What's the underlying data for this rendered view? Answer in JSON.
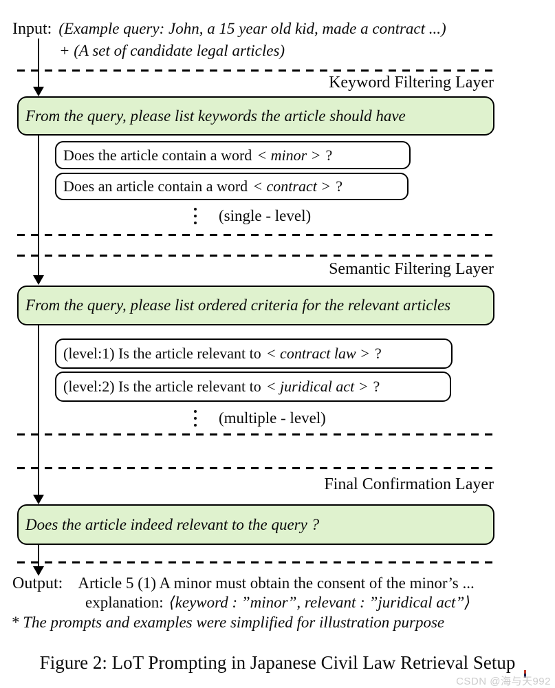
{
  "input": {
    "label": "Input:",
    "query_line": "(Example query: John, a 15 year old kid, made a contract ...)",
    "articles_line": "+ (A set of candidate legal articles)"
  },
  "layers": [
    {
      "name": "Keyword Filtering Layer",
      "prompt": "From the query, please list keywords the article should have",
      "questions": [
        {
          "prefix": "Does the article contain a word",
          "term": "< minor >",
          "suffix": "?"
        },
        {
          "prefix": "Does an article contain a word",
          "term": "< contract >",
          "suffix": "?"
        }
      ],
      "level_note": "(single - level)"
    },
    {
      "name": "Semantic Filtering Layer",
      "prompt": "From the query, please list ordered criteria for the relevant articles",
      "questions": [
        {
          "prefix": "(level:1) Is the article relevant to",
          "term": "< contract law >",
          "suffix": "?"
        },
        {
          "prefix": "(level:2) Is the article relevant to",
          "term": "< juridical act >",
          "suffix": "?"
        }
      ],
      "level_note": "(multiple - level)"
    },
    {
      "name": "Final Confirmation Layer",
      "prompt": "Does the article indeed relevant to the query ?"
    }
  ],
  "output": {
    "label": "Output:",
    "article_line": "Article 5 (1) A minor must obtain the consent of the minor’s ...",
    "explanation_prefix": "explanation:",
    "explanation_math": "⟨keyword : ”minor”, relevant : ”juridical act”⟩",
    "footnote": "* The prompts and examples were simplified for illustration purpose"
  },
  "caption": "Figure 2: LoT Prompting in Japanese Civil Law Retrieval Setup",
  "watermark": "CSDN @海与天992",
  "colors": {
    "prompt_box_bg": "#dff2ce",
    "border": "#000000",
    "watermark_text": "#cccccc"
  }
}
